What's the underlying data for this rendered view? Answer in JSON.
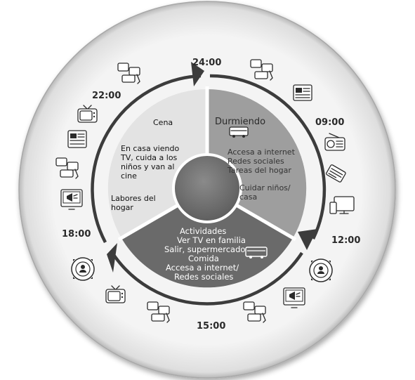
{
  "times": {
    "t24": "24:00",
    "t09": "09:00",
    "t12": "12:00",
    "t15": "15:00",
    "t18": "18:00",
    "t22": "22:00"
  },
  "segments": {
    "night": {
      "title": "Durmiendo",
      "lines": [
        "Accesa a internet",
        "Redes sociales",
        "Tareas del hogar"
      ],
      "extra": [
        "Cuidar niños/",
        "casa"
      ]
    },
    "afternoon": {
      "lines": [
        "Actividades",
        "Ver TV en familia",
        "Salir, supermercado",
        "Comida",
        "Accesa a internet/",
        "Redes sociales"
      ]
    },
    "evening": {
      "top": "Cena",
      "mid": [
        "En casa viendo",
        "TV, cuida a los",
        "niños y van al",
        "cine"
      ],
      "bottom": [
        "Labores del",
        "hogar"
      ]
    }
  },
  "icons": [
    "social-media-icon",
    "newspaper-icon",
    "radio-icon",
    "magazine-icon",
    "devices-icon",
    "broadcast-icon",
    "tv-icon",
    "bus-icon"
  ]
}
